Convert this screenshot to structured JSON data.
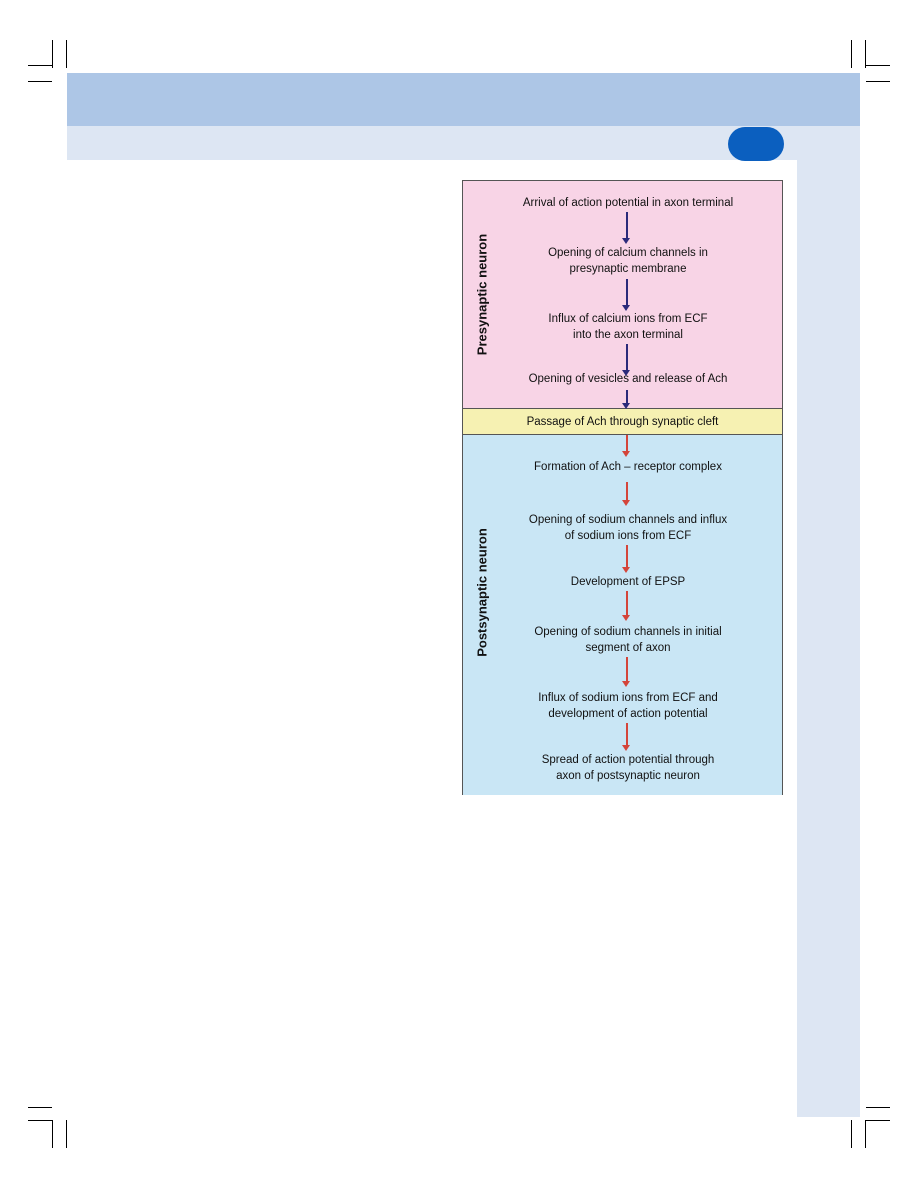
{
  "flowchart": {
    "presynaptic_label": "Presynaptic neuron",
    "postsynaptic_label": "Postsynaptic neuron",
    "presynaptic_steps": [
      [
        "Arrival of action potential in axon terminal"
      ],
      [
        "Opening of calcium channels in",
        "presynaptic membrane"
      ],
      [
        "Influx of calcium ions from ECF",
        "into the axon terminal"
      ],
      [
        "Opening of vesicles and release of Ach"
      ]
    ],
    "cleft_step": "Passage of Ach through synaptic  cleft",
    "postsynaptic_steps": [
      [
        "Formation of Ach – receptor complex"
      ],
      [
        "Opening of sodium channels and influx",
        "of sodium ions from ECF"
      ],
      [
        "Development of EPSP"
      ],
      [
        "Opening of sodium channels in initial",
        "segment of axon"
      ],
      [
        "Influx of sodium ions from ECF and",
        "development of action potential"
      ],
      [
        "Spread of action potential through",
        "axon of postsynaptic neuron"
      ]
    ],
    "colors": {
      "presynaptic_bg": "#f8d4e6",
      "cleft_bg": "#f6f1b2",
      "postsynaptic_bg": "#c9e6f5",
      "presynaptic_arrow": "#2b2a7a",
      "postsynaptic_arrow": "#d4453a"
    }
  }
}
